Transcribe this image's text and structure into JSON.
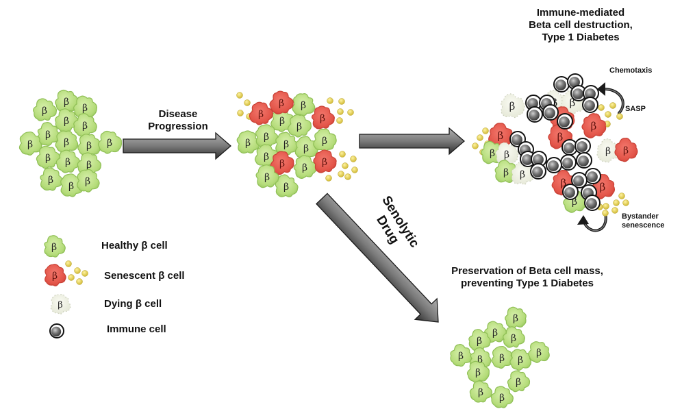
{
  "labels": {
    "disease_progression": [
      "Disease",
      "Progression"
    ],
    "immune_title": [
      "Immune-mediated",
      "Beta cell destruction,",
      "Type 1 Diabetes"
    ],
    "chemotaxis": "Chemotaxis",
    "sasp": "SASP",
    "bystander": [
      "Bystander",
      "senescence"
    ],
    "senolytic": [
      "Senolytic",
      "Drug"
    ],
    "preservation": [
      "Preservation of Beta cell mass,",
      "preventing Type 1 Diabetes"
    ]
  },
  "legend": [
    {
      "type": "healthy",
      "label": "Healthy β cell"
    },
    {
      "type": "senescent",
      "label": "Senescent β cell"
    },
    {
      "type": "dying",
      "label": "Dying β cell"
    },
    {
      "type": "immune",
      "label": "Immune cell"
    }
  ],
  "cell_symbol": "β",
  "colors": {
    "healthy_fill": "#b5dc7a",
    "healthy_stroke": "#8fbf55",
    "senescent_fill": "#e85a4f",
    "senescent_stroke": "#c94136",
    "dying_fill": "#eef0e4",
    "dying_stroke": "#c8ccb8",
    "sasp_particle": "#e6d54a",
    "immune_ring": "#111111",
    "arrow_dark": "#3a3a3a",
    "arrow_light": "#a8a8a8"
  },
  "stages": [
    {
      "name": "healthy-islet",
      "composition": {
        "healthy": 17
      }
    },
    {
      "name": "senescent-islet",
      "composition": {
        "healthy": 14,
        "senescent": 5
      }
    },
    {
      "name": "destroyed-islet",
      "composition": {
        "healthy": 4,
        "senescent": 9,
        "dying": 6,
        "immune": 25
      }
    },
    {
      "name": "preserved-islet",
      "composition": {
        "healthy": 14
      }
    }
  ]
}
